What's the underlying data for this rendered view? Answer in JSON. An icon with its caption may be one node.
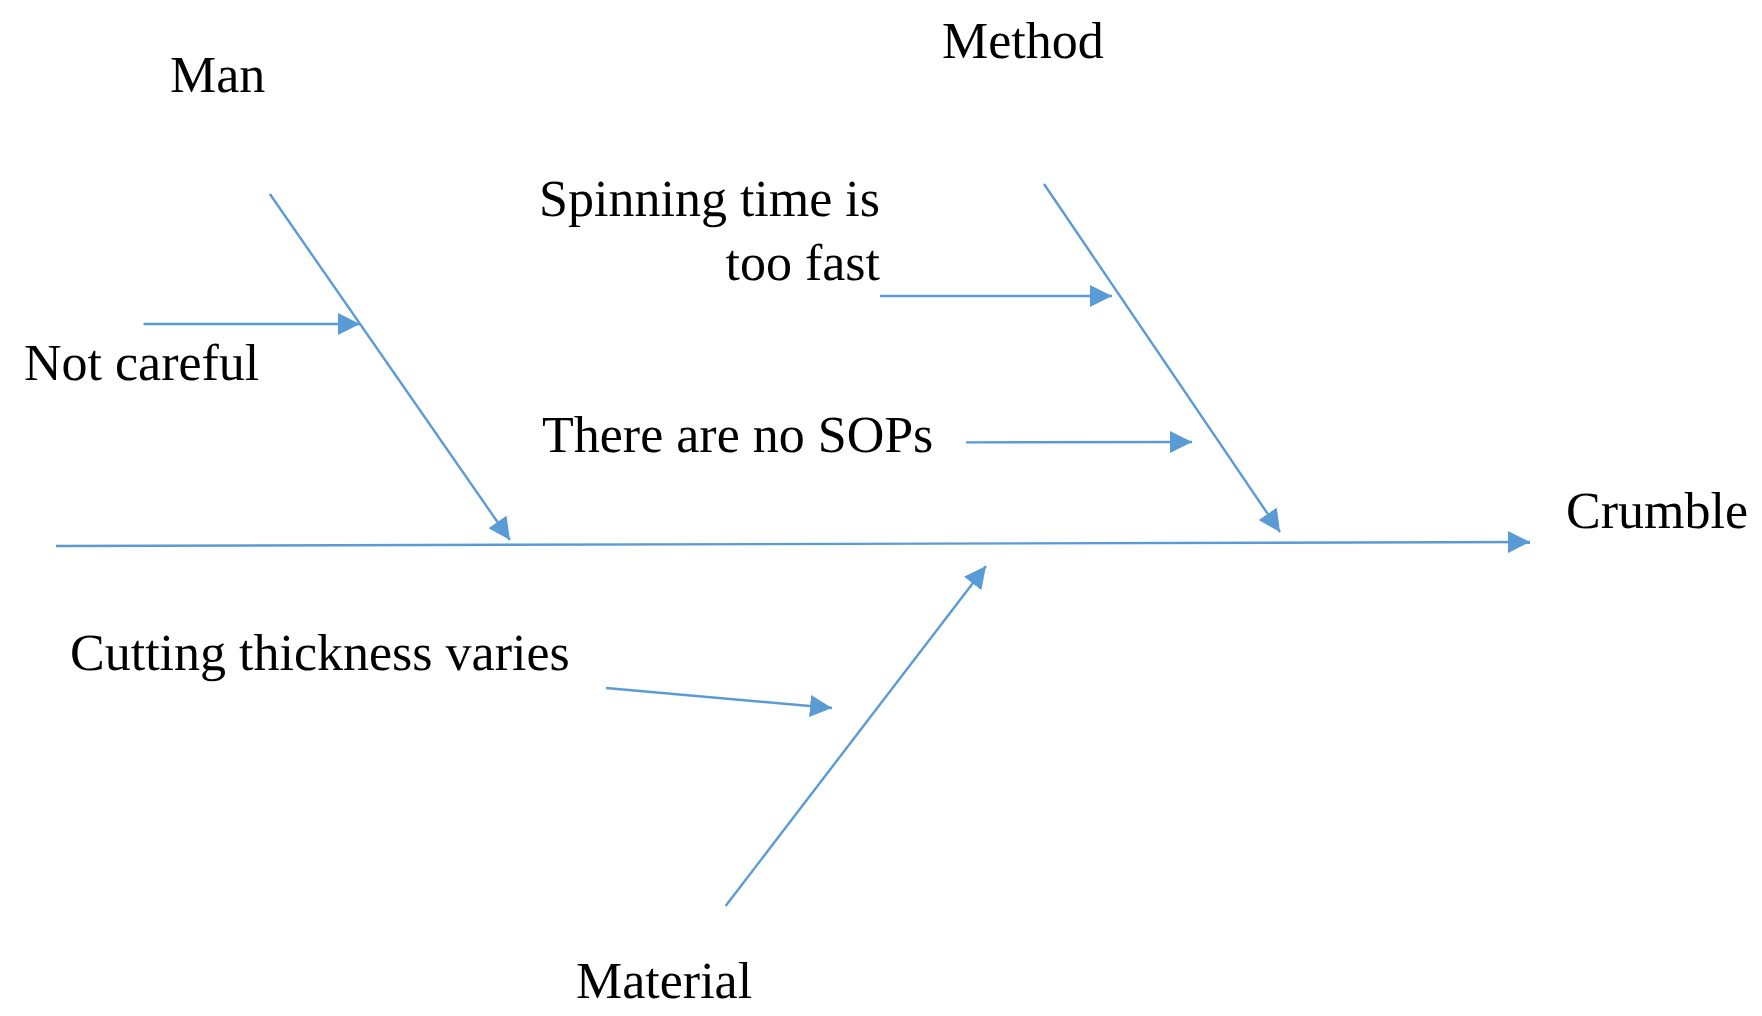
{
  "diagram": {
    "nodes": [
      {
        "text": [
          "Man"
        ]
      },
      {
        "text": [
          "Method"
        ]
      },
      {
        "text": [
          "Not careful"
        ]
      },
      {
        "text": [
          "Spinning time is too fast"
        ]
      },
      {
        "text": [
          "There are no SOPs"
        ]
      },
      {
        "text": [
          "Crumble"
        ]
      },
      {
        "text": [
          "Cutting thickness varies"
        ]
      },
      {
        "text": [
          "Material"
        ]
      }
    ],
    "edges": [
      {
        "from": null,
        "to": 5,
        "arrow": "to"
      },
      {
        "from": 0,
        "to": null,
        "arrow": "to"
      },
      {
        "from": 1,
        "to": null,
        "arrow": "to"
      },
      {
        "from": 7,
        "to": null,
        "arrow": "to"
      },
      {
        "from": 2,
        "to": null,
        "arrow": "to"
      },
      {
        "from": 3,
        "to": null,
        "arrow": "to"
      },
      {
        "from": 4,
        "to": null,
        "arrow": "to"
      },
      {
        "from": 6,
        "to": null,
        "arrow": "to"
      }
    ]
  }
}
